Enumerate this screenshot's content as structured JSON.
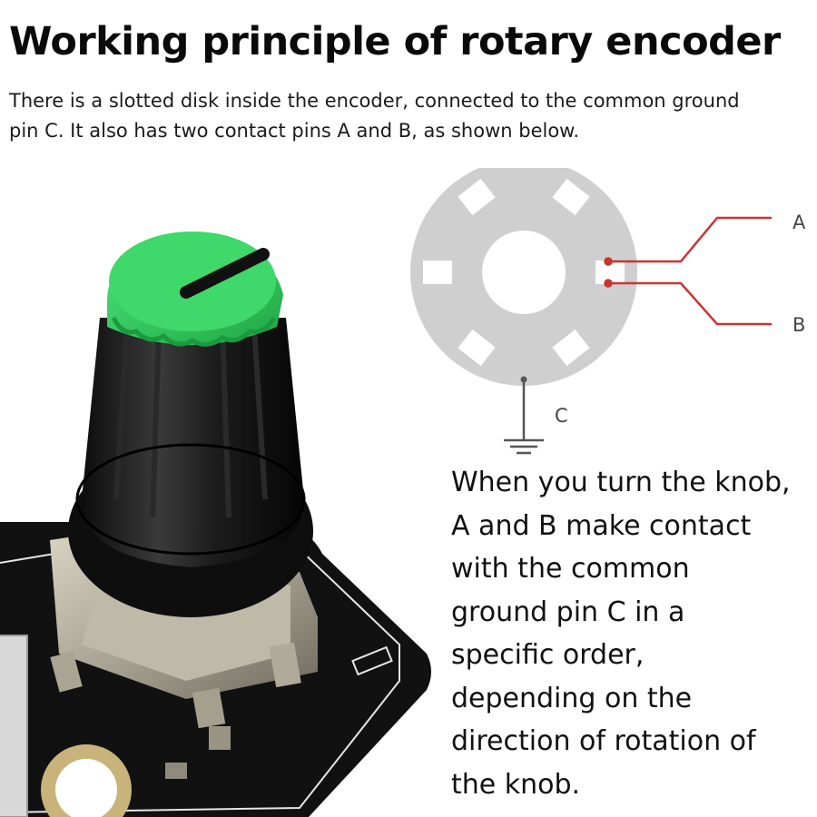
{
  "title": "Working principle of rotary encoder",
  "intro": {
    "line1": "There is a slotted disk inside the encoder, connected to the common ground",
    "line2": "pin C. It also has two contact pins A and B, as shown below."
  },
  "diagram": {
    "pin_a": "A",
    "pin_b": "B",
    "pin_c": "C",
    "disk_color": "#cfcfcf",
    "wire_color": "#cc3333"
  },
  "explanation": {
    "lines": [
      "When you turn the knob,",
      "A and B make contact",
      "with the common",
      "ground pin C in a",
      "specific order,",
      "depending on the",
      "direction of rotation of",
      "the knob."
    ]
  }
}
